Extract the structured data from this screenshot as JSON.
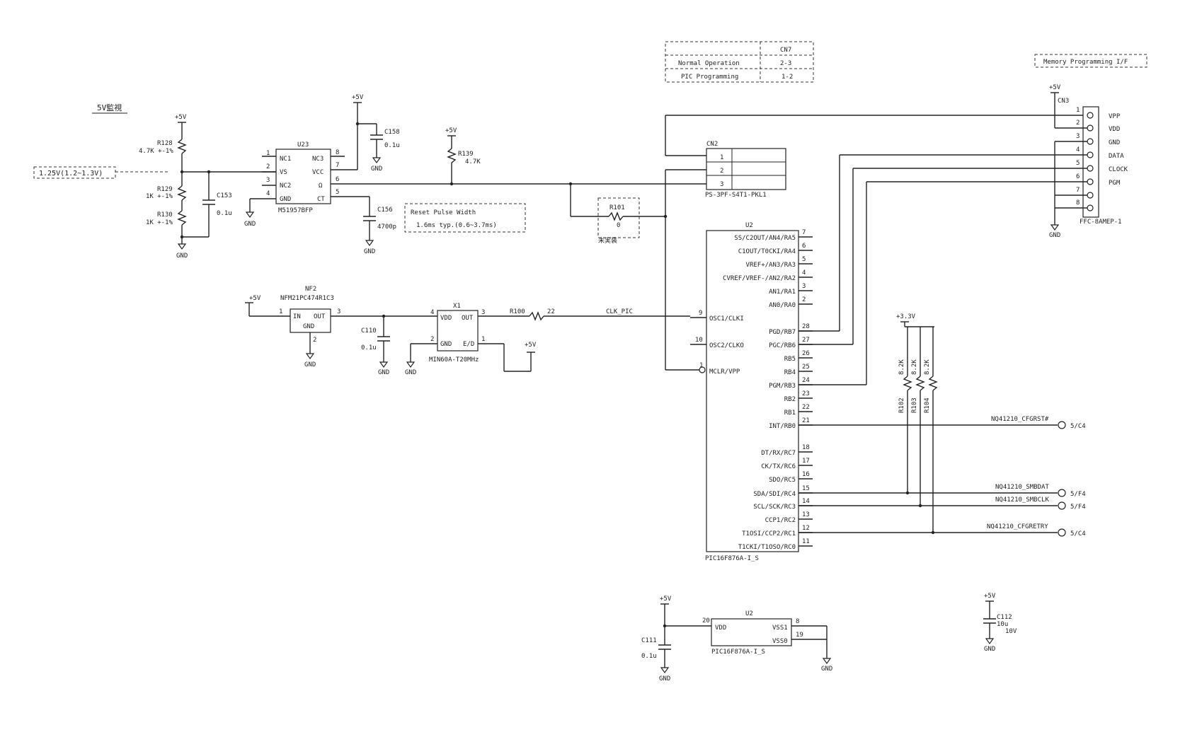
{
  "frame_title": "5V監視",
  "labels": {
    "vcc5": "+5V",
    "vcc33": "+3.3V",
    "gnd": "GND",
    "monitor_voltage": "1.25V(1.2~1.3V)",
    "r128": "R128",
    "r128_val": "4.7K +-1%",
    "r129": "R129",
    "r129_val": "1K +-1%",
    "r130": "R130",
    "r130_val": "1K +-1%",
    "c153": "C153",
    "c153_val": "0.1u",
    "c158": "C158",
    "c158_val": "0.1u",
    "c156": "C156",
    "c156_val": "4700p",
    "r139": "R139",
    "r139_val": "4.7K",
    "r101": "R101",
    "r101_val": "0",
    "r101_note": "未実装",
    "r100": "R100",
    "r100_val": "22",
    "clk_pic": "CLK_PIC",
    "c110": "C110",
    "c110_val": "0.1u",
    "c111": "C111",
    "c111_val": "0.1u",
    "c112": "C112",
    "c112_val": "10u",
    "c112_v": "10V",
    "r102": "R102",
    "r103": "R103",
    "r104": "R104",
    "r_pullup_val": "8.2K"
  },
  "u23": {
    "ref": "U23",
    "part": "M51957BFP",
    "left_pins": [
      {
        "num": "1",
        "name": "NC1"
      },
      {
        "num": "2",
        "name": "VS"
      },
      {
        "num": "3",
        "name": "NC2"
      },
      {
        "num": "4",
        "name": "GND"
      }
    ],
    "right_pins": [
      {
        "num": "8",
        "name": "NC3"
      },
      {
        "num": "7",
        "name": "VCC"
      },
      {
        "num": "6",
        "name": "Ω"
      },
      {
        "num": "5",
        "name": "CT"
      }
    ]
  },
  "reset_note": {
    "line1": "Reset Pulse Width",
    "line2": "1.6ms typ.(0.6~3.7ms)"
  },
  "nf2": {
    "ref": "NF2",
    "part": "NFM21PC474R1C3",
    "in_num": "1",
    "in": "IN",
    "out": "OUT",
    "out_num": "3",
    "gnd": "GND",
    "gnd_num": "2"
  },
  "x1": {
    "ref": "X1",
    "part": "MIN60A-T20MHz",
    "vdd": "VDD",
    "out": "OUT",
    "gnd": "GND",
    "ed": "E/D",
    "n4": "4",
    "n3": "3",
    "n2": "2",
    "n1": "1"
  },
  "cn7_table": {
    "header": "CN7",
    "rows": [
      {
        "mode": "Normal Operation",
        "setting": "2-3"
      },
      {
        "mode": "PIC Programming",
        "setting": "1-2"
      }
    ]
  },
  "cn2": {
    "ref": "CN2",
    "part": "PS-3PF-S4T1-PKL1",
    "pins": [
      "1",
      "2",
      "3"
    ]
  },
  "mem_prog_label": "Memory Programming I/F",
  "cn3": {
    "ref": "CN3",
    "part": "FFC-8AMEP-1",
    "pins": [
      {
        "num": "1",
        "name": "VPP"
      },
      {
        "num": "2",
        "name": "VDD"
      },
      {
        "num": "3",
        "name": "GND"
      },
      {
        "num": "4",
        "name": "DATA"
      },
      {
        "num": "5",
        "name": "CLOCK"
      },
      {
        "num": "6",
        "name": "PGM"
      },
      {
        "num": "7",
        "name": ""
      },
      {
        "num": "8",
        "name": ""
      }
    ]
  },
  "u2": {
    "ref": "U2",
    "part": "PIC16F876A-I_S",
    "right_pins": [
      {
        "num": "7",
        "name": "SS/C2OUT/AN4/RA5"
      },
      {
        "num": "6",
        "name": "C1OUT/T0CKI/RA4"
      },
      {
        "num": "5",
        "name": "VREF+/AN3/RA3"
      },
      {
        "num": "4",
        "name": "CVREF/VREF-/AN2/RA2"
      },
      {
        "num": "3",
        "name": "AN1/RA1"
      },
      {
        "num": "2",
        "name": "AN0/RA0"
      },
      {
        "num": "28",
        "name": "PGD/RB7"
      },
      {
        "num": "27",
        "name": "PGC/RB6"
      },
      {
        "num": "26",
        "name": "RB5"
      },
      {
        "num": "25",
        "name": "RB4"
      },
      {
        "num": "24",
        "name": "PGM/RB3"
      },
      {
        "num": "23",
        "name": "RB2"
      },
      {
        "num": "22",
        "name": "RB1"
      },
      {
        "num": "21",
        "name": "INT/RB0"
      },
      {
        "num": "18",
        "name": "DT/RX/RC7"
      },
      {
        "num": "17",
        "name": "CK/TX/RC6"
      },
      {
        "num": "16",
        "name": "SDO/RC5"
      },
      {
        "num": "15",
        "name": "SDA/SDI/RC4"
      },
      {
        "num": "14",
        "name": "SCL/SCK/RC3"
      },
      {
        "num": "13",
        "name": "CCP1/RC2"
      },
      {
        "num": "12",
        "name": "T1OSI/CCP2/RC1"
      },
      {
        "num": "11",
        "name": "T1CKI/T1OSO/RC0"
      }
    ],
    "left_pins": [
      {
        "num": "9",
        "name": "OSC1/CLKI"
      },
      {
        "num": "10",
        "name": "OSC2/CLKO"
      },
      {
        "num": "1",
        "name": "MCLR/VPP"
      }
    ]
  },
  "u2_power": {
    "ref": "U2",
    "part": "PIC16F876A-I_S",
    "vdd_num": "20",
    "vdd": "VDD",
    "vss1": "VSS1",
    "vss1_num": "8",
    "vss0": "VSS0",
    "vss0_num": "19"
  },
  "offpage": [
    {
      "net": "NQ41210_CFGRST#",
      "ref": "5/C4"
    },
    {
      "net": "NQ41210_SMBDAT",
      "ref": "5/F4"
    },
    {
      "net": "NQ41210_SMBCLK",
      "ref": "5/F4"
    },
    {
      "net": "NQ41210_CFGRETRY",
      "ref": "5/C4"
    }
  ]
}
